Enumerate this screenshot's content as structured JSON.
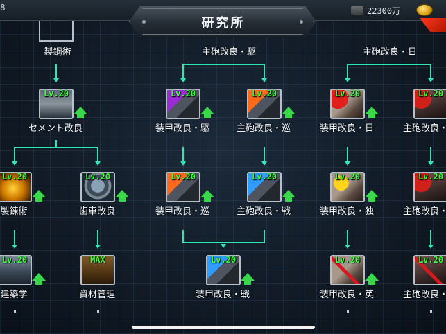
{
  "status_bar": {
    "left_value": "8",
    "fuel": "22300万",
    "fuel_icon": "fuel-drum-icon",
    "coin_icon": "gold-coin-icon"
  },
  "title": "研究所",
  "top_row": [
    {
      "label": "製鋼術"
    },
    {
      "label": "主砲改良・駆"
    },
    {
      "label": "主砲改良・日"
    }
  ],
  "nodes": [
    {
      "id": "cement",
      "label": "セメント改良",
      "level": "Lv.20",
      "art": "cement"
    },
    {
      "id": "armor-dd",
      "label": "装甲改良・駆",
      "level": "Lv.20",
      "art": "purple"
    },
    {
      "id": "gun-ca",
      "label": "主砲改良・巡",
      "level": "Lv.20",
      "art": "orange"
    },
    {
      "id": "armor-jp",
      "label": "装甲改良・日",
      "level": "Lv.20",
      "art": "red"
    },
    {
      "id": "gun-jp2",
      "label": "主砲改良・日",
      "level": "Lv.20",
      "art": "gun-red"
    },
    {
      "id": "smelting",
      "label": "製錬術",
      "level": "Lv.20",
      "art": "gold"
    },
    {
      "id": "gear",
      "label": "歯車改良",
      "level": "Lv.20",
      "art": "gear"
    },
    {
      "id": "armor-ca",
      "label": "装甲改良・巡",
      "level": "Lv.20",
      "art": "orange"
    },
    {
      "id": "gun-bb",
      "label": "主砲改良・戦",
      "level": "Lv.20",
      "art": "blue"
    },
    {
      "id": "armor-de",
      "label": "装甲改良・独",
      "level": "Lv.20",
      "art": "yellow"
    },
    {
      "id": "gun-jp3",
      "label": "主砲改良・日",
      "level": "Lv.20",
      "art": "gun-red"
    },
    {
      "id": "architecture",
      "label": "建築学",
      "level": "Lv.20",
      "art": "build"
    },
    {
      "id": "materials",
      "label": "資材管理",
      "level": "MAX",
      "art": "crate"
    },
    {
      "id": "armor-bb",
      "label": "装甲改良・戦",
      "level": "Lv.20",
      "art": "blue"
    },
    {
      "id": "armor-uk",
      "label": "装甲改良・英",
      "level": "Lv.20",
      "art": "cross"
    },
    {
      "id": "gun-jp4",
      "label": "主砲改良・日",
      "level": "Lv.20",
      "art": "gun-cross"
    }
  ],
  "upgrade_icon": "upgrade-arrow-icon"
}
